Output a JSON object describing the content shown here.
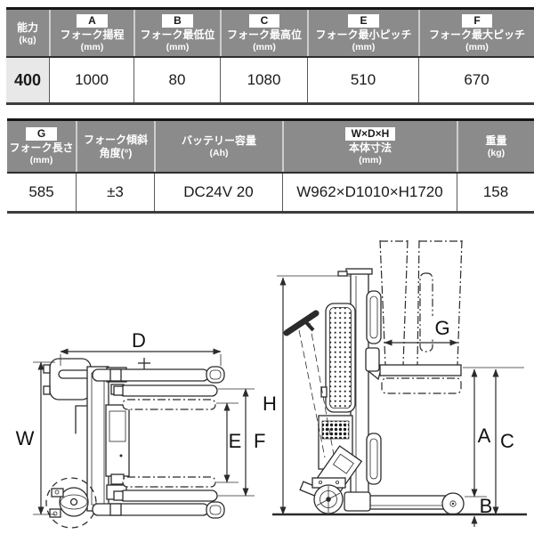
{
  "table1": {
    "columns": [
      {
        "title": "能力",
        "unit": "(kg)",
        "value": "400"
      },
      {
        "badge": "A",
        "title": "フォーク揚程",
        "unit": "(mm)",
        "value": "1000"
      },
      {
        "badge": "B",
        "title": "フォーク最低位",
        "unit": "(mm)",
        "value": "80"
      },
      {
        "badge": "C",
        "title": "フォーク最高位",
        "unit": "(mm)",
        "value": "1080"
      },
      {
        "badge": "E",
        "title": "フォーク最小ピッチ",
        "unit": "(mm)",
        "value": "510"
      },
      {
        "badge": "F",
        "title": "フォーク最大ピッチ",
        "unit": "(mm)",
        "value": "670"
      }
    ]
  },
  "table2": {
    "columns": [
      {
        "badge": "G",
        "title": "フォーク長さ",
        "unit": "(mm)",
        "value": "585"
      },
      {
        "title": "フォーク傾斜",
        "unit": "角度(°)",
        "value": "±3"
      },
      {
        "title": "バッテリー容量",
        "unit": "(Ah)",
        "value": "DC24V 20"
      },
      {
        "badge": "W×D×H",
        "title": "本体寸法",
        "unit": "(mm)",
        "value": "W962×D1010×H1720"
      },
      {
        "title": "重量",
        "unit": "(kg)",
        "value": "158"
      }
    ]
  },
  "diagram": {
    "top_view": {
      "d": "D",
      "w": "W",
      "e": "E",
      "f": "F"
    },
    "side_view": {
      "h": "H",
      "g": "G",
      "a": "A",
      "b": "B",
      "c": "C"
    }
  },
  "colors": {
    "header_bg": "#8b8b8b",
    "header_text": "#ffffff",
    "capacity_cell_bg": "#e8e8e8",
    "border_dark": "#161616",
    "diagram_line": "#2b2b2b"
  }
}
